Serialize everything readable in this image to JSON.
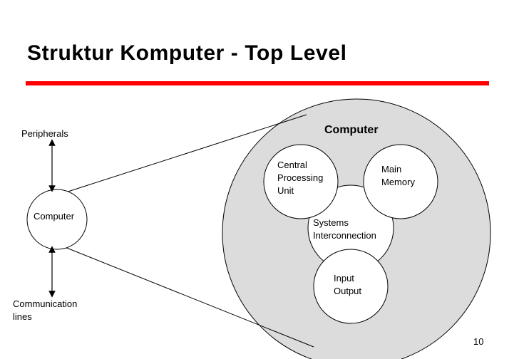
{
  "slide": {
    "title": "Struktur Komputer - Top Level",
    "page_number": "10"
  },
  "left": {
    "peripherals": "Peripherals",
    "computer": "Computer",
    "communication_line1": "Communication",
    "communication_line2": "lines"
  },
  "detail": {
    "heading": "Computer",
    "cpu": [
      "Central",
      "Processing",
      "Unit"
    ],
    "memory": [
      "Main",
      "Memory"
    ],
    "interconnect": [
      "Systems",
      "Interconnection"
    ],
    "io": [
      "Input",
      "Output"
    ]
  },
  "colors": {
    "accent_rule": "#ff0000",
    "big_circle_fill": "#dcdcdc",
    "stroke": "#000000"
  }
}
